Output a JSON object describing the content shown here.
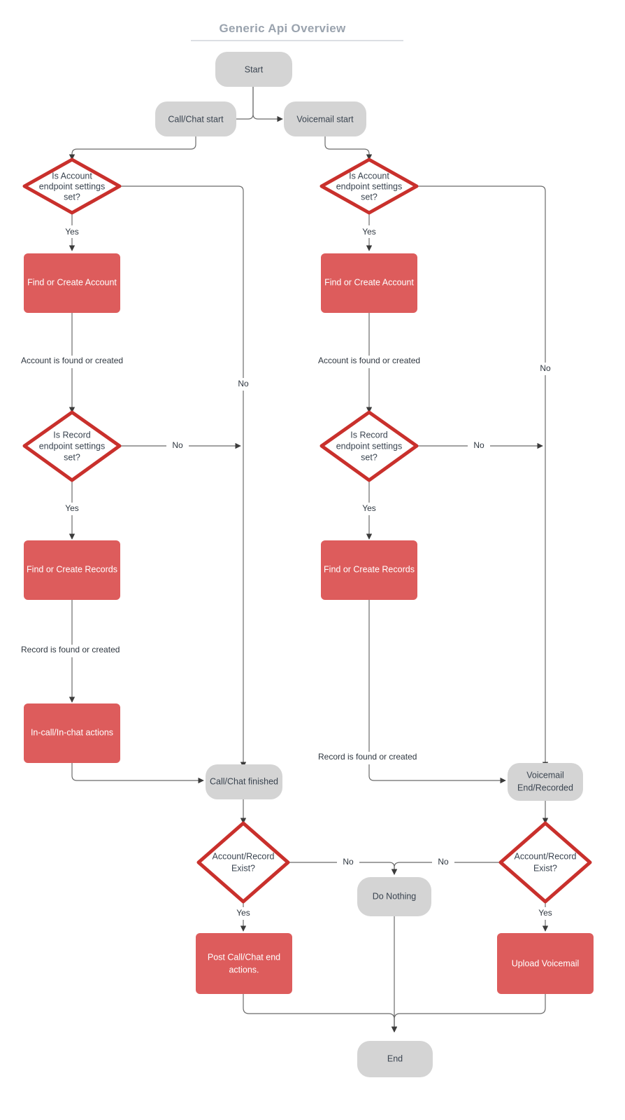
{
  "diagram": {
    "title": "Generic Api Overview",
    "type": "flowchart",
    "colors": {
      "terminal_fill": "#d4d4d4",
      "process_fill": "#dd5c5c",
      "decision_stroke": "#c9302c",
      "decision_fill": "#ffffff",
      "edge_stroke": "#6b6b6b",
      "title_color": "#9aa3ae",
      "dark_text": "#3a4450",
      "light_text": "#ffffff"
    },
    "nodes": {
      "start": {
        "label": "Start",
        "shape": "terminal"
      },
      "call_chat_start": {
        "label": "Call/Chat start",
        "shape": "terminal"
      },
      "voicemail_start": {
        "label": "Voicemail start",
        "shape": "terminal"
      },
      "account_decision_left": {
        "line1": "Is Account",
        "line2": "endpoint settings",
        "line3": "set?",
        "shape": "decision"
      },
      "account_decision_right": {
        "line1": "Is Account",
        "line2": "endpoint settings",
        "line3": "set?",
        "shape": "decision"
      },
      "find_create_account_left": {
        "label": "Find or Create Account",
        "shape": "process"
      },
      "find_create_account_right": {
        "label": "Find or Create Account",
        "shape": "process"
      },
      "record_decision_left": {
        "line1": "Is Record",
        "line2": "endpoint settings",
        "line3": "set?",
        "shape": "decision"
      },
      "record_decision_right": {
        "line1": "Is Record",
        "line2": "endpoint settings",
        "line3": "set?",
        "shape": "decision"
      },
      "find_create_records_left": {
        "label": "Find or Create Records",
        "shape": "process"
      },
      "find_create_records_right": {
        "label": "Find or Create Records",
        "shape": "process"
      },
      "in_call_actions": {
        "label": "In-call/In-chat actions",
        "shape": "process"
      },
      "call_chat_finished": {
        "label": "Call/Chat finished",
        "shape": "terminal"
      },
      "voicemail_end": {
        "line1": "Voicemail",
        "line2": "End/Recorded",
        "shape": "terminal"
      },
      "exist_decision_left": {
        "line1": "Account/Record",
        "line2": "Exist?",
        "shape": "decision"
      },
      "exist_decision_right": {
        "line1": "Account/Record",
        "line2": "Exist?",
        "shape": "decision"
      },
      "do_nothing": {
        "label": "Do Nothing",
        "shape": "terminal"
      },
      "post_call_actions": {
        "line1": "Post Call/Chat end",
        "line2": "actions.",
        "shape": "process"
      },
      "upload_voicemail": {
        "label": "Upload Voicemail",
        "shape": "process"
      },
      "end": {
        "label": "End",
        "shape": "terminal"
      }
    },
    "edge_labels": {
      "yes_account_left": "Yes",
      "yes_account_right": "Yes",
      "no_account_left": "No",
      "no_account_right": "No",
      "account_found_left": "Account is found or created",
      "account_found_right": "Account is found or created",
      "yes_record_left": "Yes",
      "yes_record_right": "Yes",
      "no_record_left": "No",
      "no_record_right": "No",
      "record_found_left": "Record is found or created",
      "record_found_right": "Record is found or created",
      "yes_exist_left": "Yes",
      "yes_exist_right": "Yes",
      "no_exist_left": "No",
      "no_exist_right": "No"
    }
  }
}
